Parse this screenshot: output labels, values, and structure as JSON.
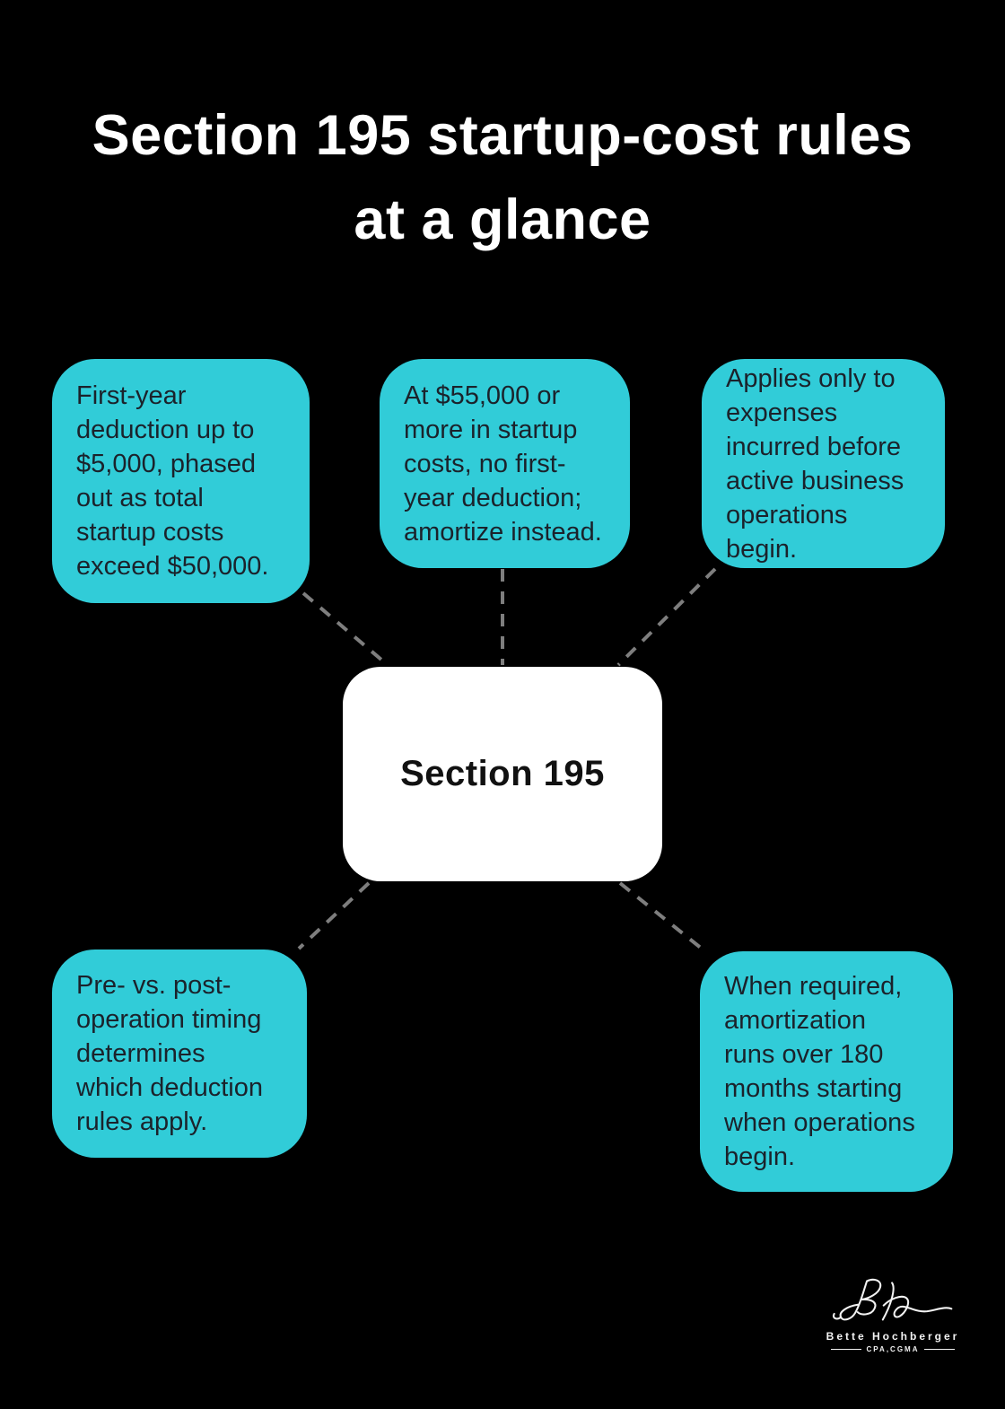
{
  "title": {
    "line1": "Section 195 startup-cost rules",
    "line2": "at a glance"
  },
  "center_node": {
    "label": "Section 195"
  },
  "nodes": [
    {
      "id": "first-year-deduction",
      "text": "First-year\ndeduction up to\n$5,000, phased\nout as total\nstartup costs\nexceed $50,000."
    },
    {
      "id": "no-first-year-deduction",
      "text": "At $55,000 or\nmore in startup\ncosts, no first-\nyear deduction;\namortize instead."
    },
    {
      "id": "pre-operation-expenses",
      "text": "Applies only to\nexpenses\nincurred before\nactive business\noperations begin."
    },
    {
      "id": "timing-determines-rules",
      "text": "Pre- vs. post-\noperation timing\ndetermines\nwhich deduction\nrules apply."
    },
    {
      "id": "amortization-180-months",
      "text": "When required,\namortization\nruns over 180\nmonths starting\nwhen operations\nbegin."
    }
  ],
  "footer_logo": {
    "initials": "BH",
    "name": "Bette Hochberger",
    "credentials": "CPA,CGMA"
  },
  "colors": {
    "background": "#000000",
    "node_fill": "#31ccd8",
    "node_text": "#1b222b",
    "center_fill": "#ffffff",
    "center_text": "#111111",
    "title_text": "#ffffff",
    "connector": "#7e7e7e",
    "logo_text": "#f2f2f2"
  }
}
